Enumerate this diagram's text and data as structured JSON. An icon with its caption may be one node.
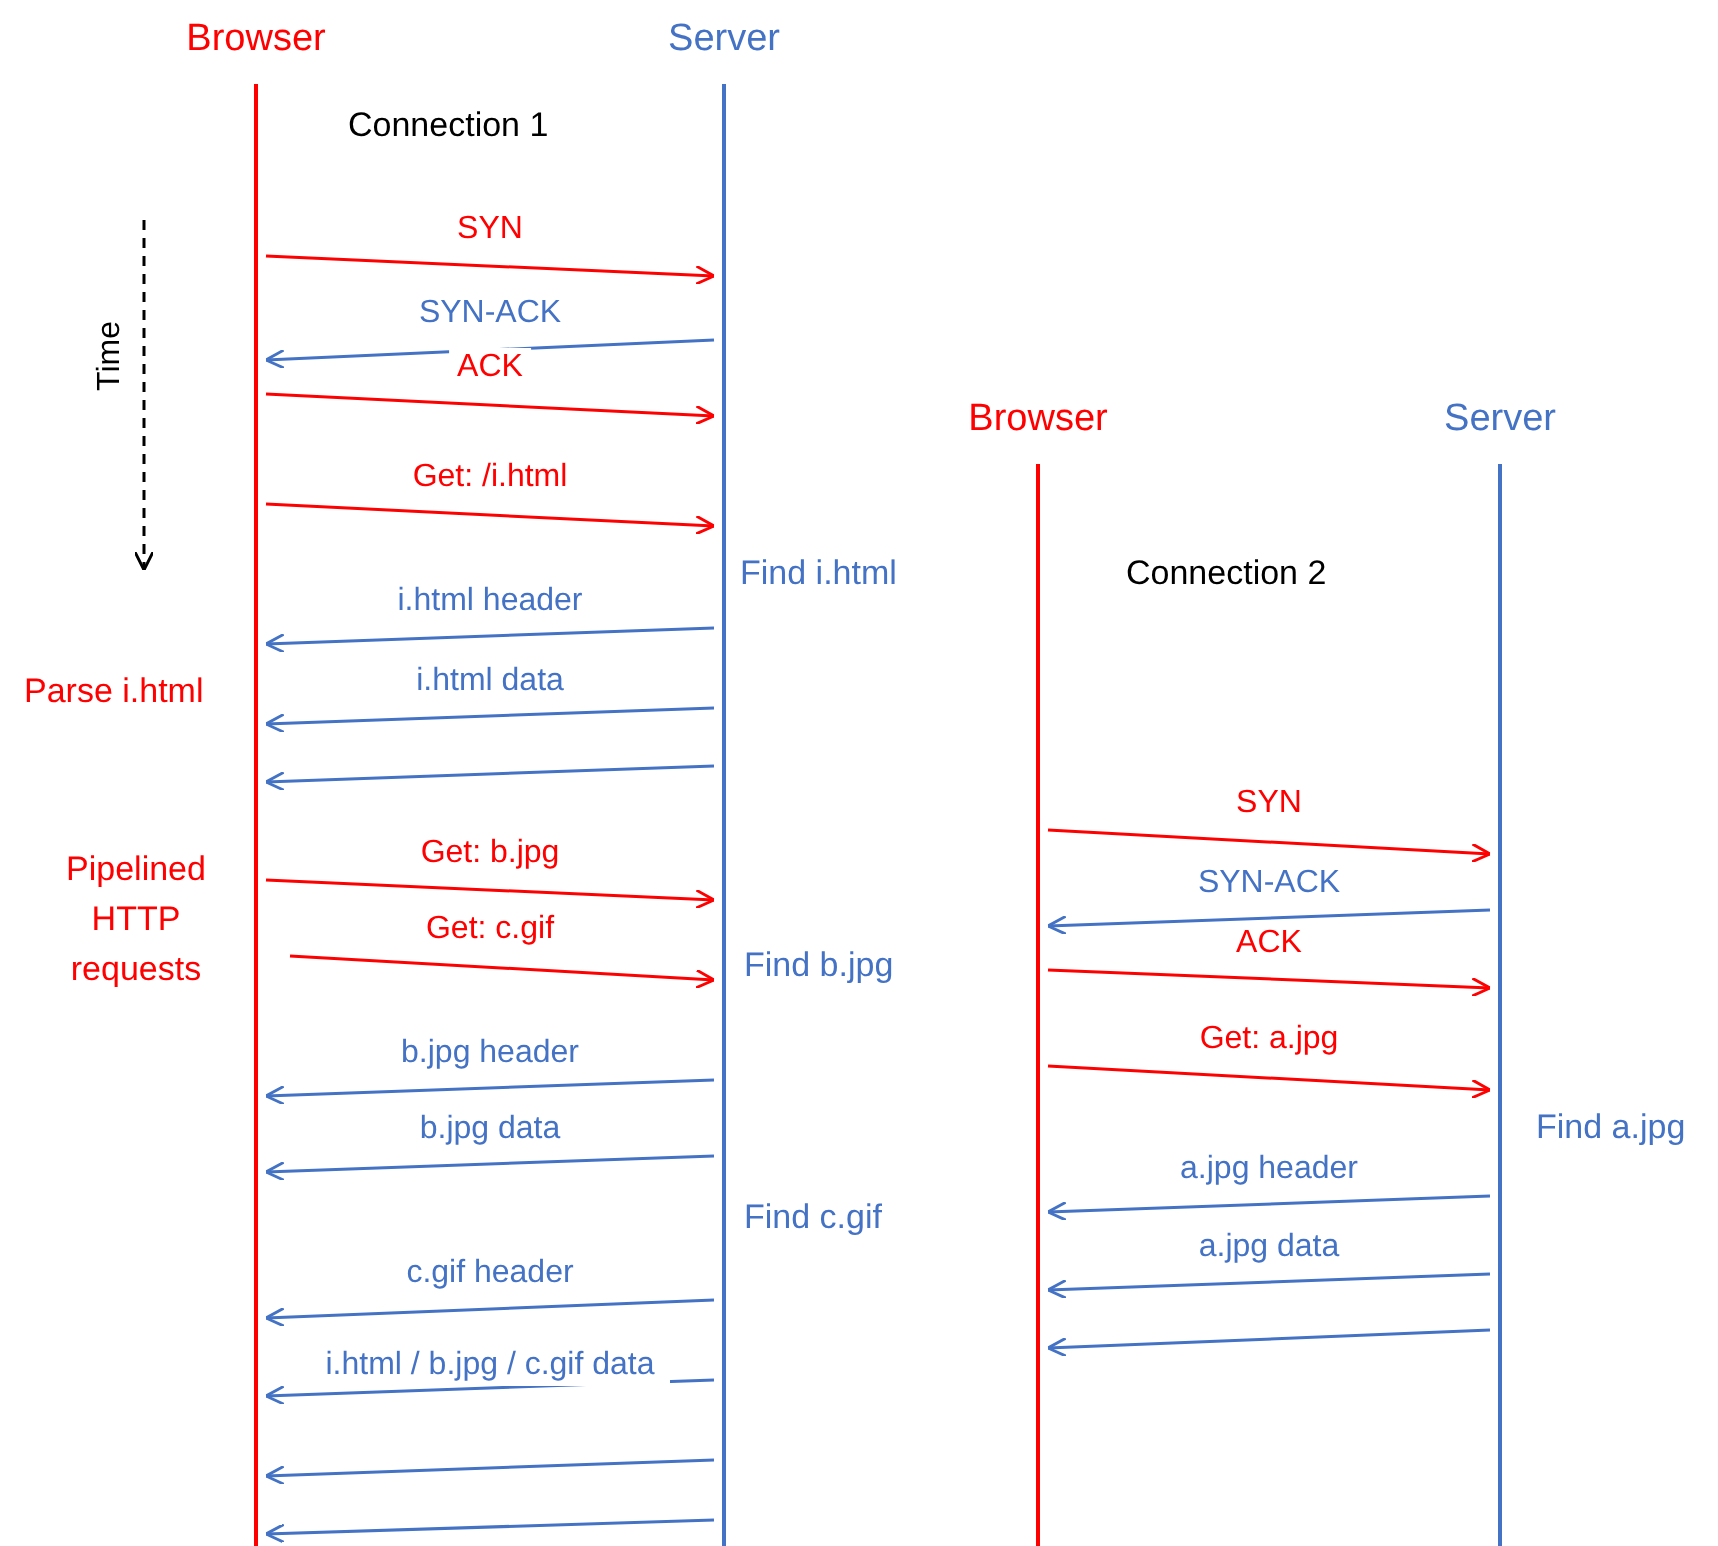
{
  "diagram": {
    "nodes": [
      {
        "text": [
          "Browser"
        ]
      },
      {
        "text": [
          "Server"
        ]
      },
      {
        "text": [
          "Browser"
        ]
      },
      {
        "text": [
          "Server"
        ]
      }
    ],
    "edges": [
      {
        "from": 0,
        "to": 1,
        "arrow": "to",
        "label": "SYN",
        "color": "#ff0000"
      },
      {
        "from": 1,
        "to": 0,
        "arrow": "to",
        "label": "SYN-ACK"
      },
      {
        "from": 0,
        "to": 1,
        "arrow": "to",
        "label": "ACK",
        "color": "#ff0000"
      },
      {
        "from": 0,
        "to": 1,
        "arrow": "to",
        "label": "Get: /i.html",
        "color": "#ff0000"
      },
      {
        "from": 1,
        "to": 0,
        "arrow": "to",
        "label": "i.html header"
      },
      {
        "from": 1,
        "to": 0,
        "arrow": "to",
        "label": "i.html data"
      },
      {
        "from": 1,
        "to": 0,
        "arrow": "to"
      },
      {
        "from": 0,
        "to": 1,
        "arrow": "to",
        "label": "Get: b.jpg",
        "color": "#ff0000"
      },
      {
        "from": 0,
        "to": 1,
        "arrow": "to",
        "label": "Get: c.gif",
        "color": "#ff0000"
      },
      {
        "from": 1,
        "to": 0,
        "arrow": "to",
        "label": "b.jpg header"
      },
      {
        "from": 1,
        "to": 0,
        "arrow": "to",
        "label": "b.jpg data"
      },
      {
        "from": 1,
        "to": 0,
        "arrow": "to",
        "label": "c.gif header"
      },
      {
        "from": 1,
        "to": 0,
        "arrow": "to",
        "label": "i.html / b.jpg / c.gif data"
      },
      {
        "from": 1,
        "to": 0,
        "arrow": "to"
      },
      {
        "from": 1,
        "to": 0,
        "arrow": "to"
      },
      {
        "from": 2,
        "to": 3,
        "arrow": "to",
        "label": "SYN",
        "color": "#ff0000"
      },
      {
        "from": 3,
        "to": 2,
        "arrow": "to",
        "label": "SYN-ACK"
      },
      {
        "from": 2,
        "to": 3,
        "arrow": "to",
        "label": "ACK",
        "color": "#ff0000"
      },
      {
        "from": 2,
        "to": 3,
        "arrow": "to",
        "label": "Get: a.jpg",
        "color": "#ff0000"
      },
      {
        "from": 3,
        "to": 2,
        "arrow": "to",
        "label": "a.jpg header"
      },
      {
        "from": 3,
        "to": 2,
        "arrow": "to",
        "label": "a.jpg data"
      },
      {
        "from": 3,
        "to": 2,
        "arrow": "to"
      }
    ],
    "labels": [
      "Connection 1",
      "Time",
      "Find i.html",
      "Connection 2",
      "Parse i.html",
      "Pipelined HTTP requests",
      "Find b.jpg",
      "Find a.jpg",
      "Find c.gif"
    ]
  }
}
